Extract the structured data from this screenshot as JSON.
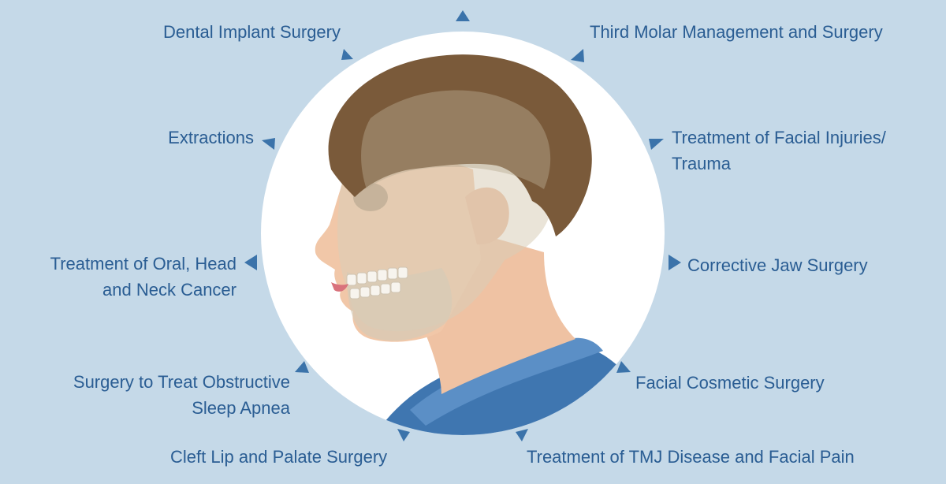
{
  "background_color": "#c5d9e8",
  "text_color": "#2a5d93",
  "marker_color": "#3b73aa",
  "labels": {
    "dental_implant": "Dental Implant Surgery",
    "third_molar": "Third Molar Management and Surgery",
    "extractions": "Extractions",
    "facial_injuries_line1": "Treatment of Facial Injuries/",
    "facial_injuries_line2": "Trauma",
    "oral_cancer_line1": "Treatment of Oral, Head",
    "oral_cancer_line2": "and Neck Cancer",
    "corrective_jaw": "Corrective Jaw Surgery",
    "sleep_apnea_line1": "Surgery to Treat Obstructive",
    "sleep_apnea_line2": "Sleep Apnea",
    "facial_cosmetic": "Facial Cosmetic Surgery",
    "cleft_lip": "Cleft Lip and Palate Surgery",
    "tmj": "Treatment of TMJ Disease and Facial Pain"
  }
}
